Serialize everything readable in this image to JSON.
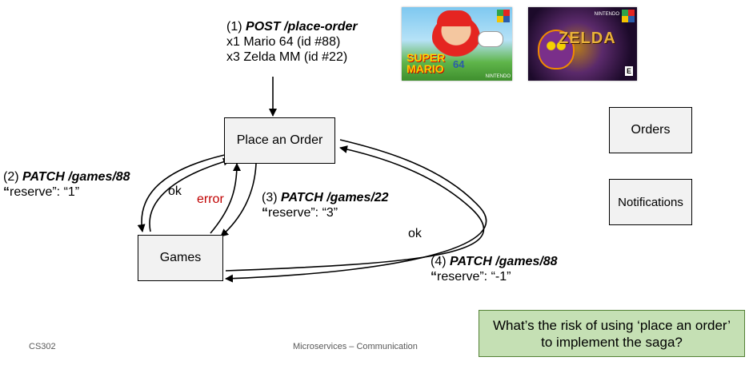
{
  "request_top": {
    "step": "(1)",
    "method": "POST /place-order",
    "line2": "x1 Mario 64 (id #88)",
    "line3": "x3 Zelda MM (id #22)"
  },
  "covers": {
    "mario": {
      "title_top": "SUPER",
      "title_bottom": "MARIO",
      "number": "64",
      "brand": "NINTENDO"
    },
    "zelda": {
      "title": "ZELDA",
      "brand": "NINTENDO",
      "rating": "E"
    }
  },
  "boxes": {
    "place_order": "Place an Order",
    "games": "Games",
    "orders": "Orders",
    "notifications": "Notifications"
  },
  "steps": {
    "s2": {
      "step": "(2)",
      "method": "PATCH /games/88",
      "quote": "“",
      "body": "reserve”: “1”"
    },
    "s3": {
      "step": "(3)",
      "method": "PATCH /games/22",
      "quote": "“",
      "body": "reserve”: “3”"
    },
    "s4": {
      "step": "(4)",
      "method": "PATCH /games/88",
      "quote": "“",
      "body": "reserve”: “-1”"
    }
  },
  "labels": {
    "ok_left": "ok",
    "error": "error",
    "ok_right": "ok"
  },
  "colors": {
    "error": "#c00000",
    "callout_bg": "#c5e0b4"
  },
  "footer": {
    "course": "CS302",
    "topic": "Microservices – Communication"
  },
  "callout": {
    "question": "What’s the risk of using ‘place an order’ to implement the saga?"
  }
}
